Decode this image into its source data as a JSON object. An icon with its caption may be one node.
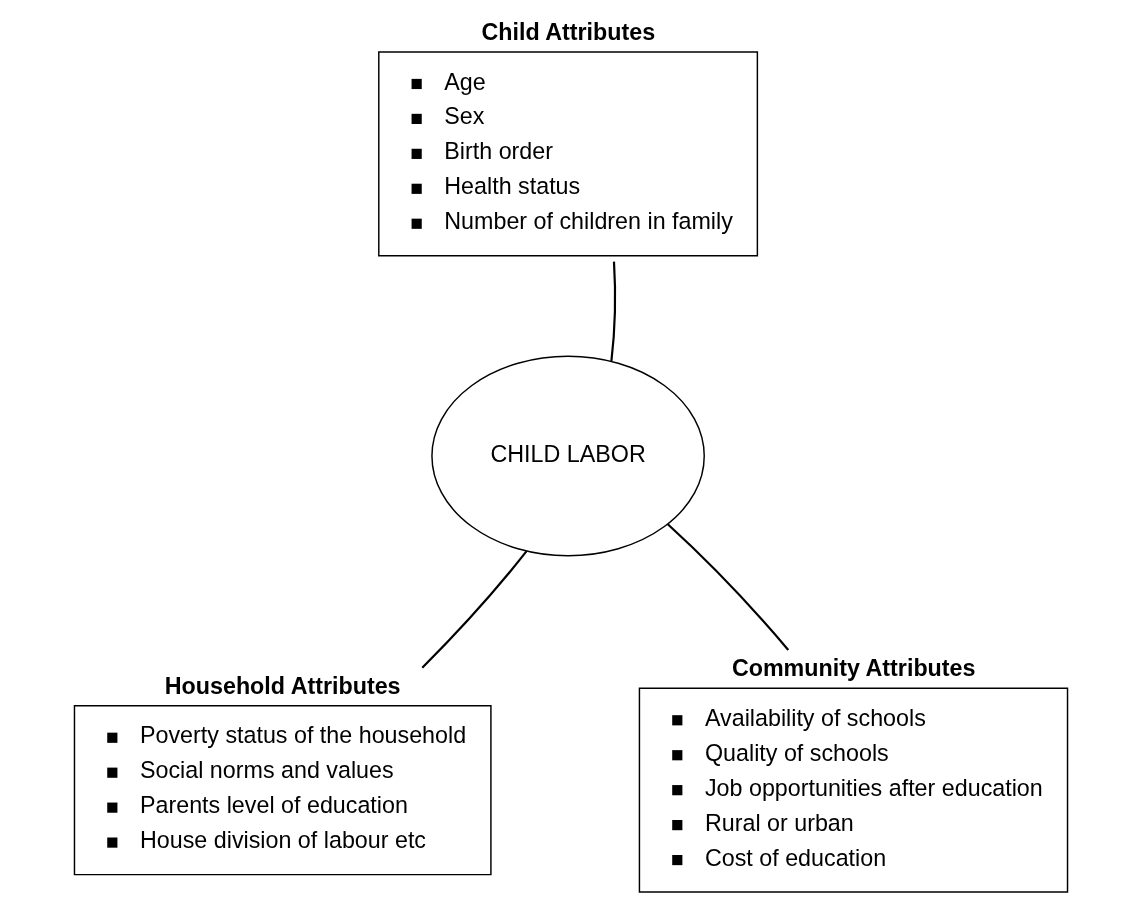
{
  "diagram": {
    "nodes": [
      {
        "text": [
          "Child Attributes",
          "Age",
          "Sex",
          "Birth order",
          "Health status",
          "Number of children in family"
        ]
      },
      {
        "text": [
          "CHILD LABOR"
        ]
      },
      {
        "text": [
          "Household Attributes",
          "Poverty status of the household",
          "Social norms and values",
          "Parents level of education",
          "House division of labour etc"
        ]
      },
      {
        "text": [
          "Community Attributes",
          "Availability of schools",
          "Quality of schools",
          "Job opportunities after education",
          "Rural or urban",
          "Cost of education"
        ]
      }
    ],
    "edges": [
      {
        "from": 0,
        "to": 1,
        "arrow": "none"
      },
      {
        "from": 2,
        "to": 1,
        "arrow": "none"
      },
      {
        "from": 3,
        "to": 1,
        "arrow": "none"
      }
    ]
  }
}
